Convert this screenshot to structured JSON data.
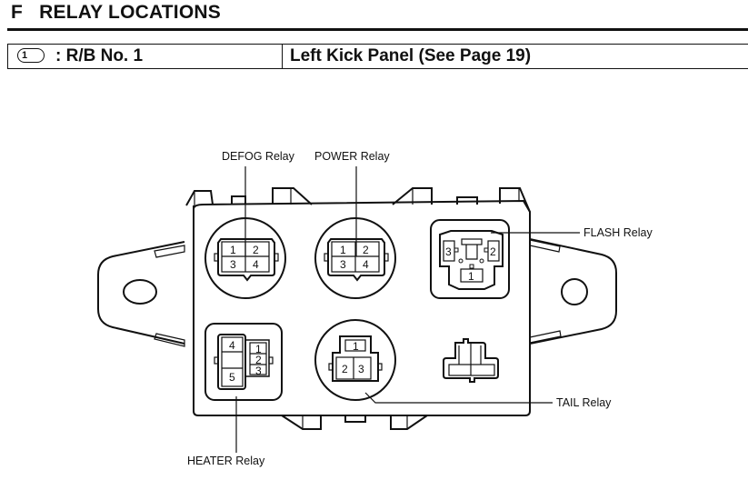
{
  "header": {
    "section_letter": "F",
    "section_title": "RELAY LOCATIONS"
  },
  "location": {
    "code_symbol": "1",
    "code_label": ": R/B No. 1",
    "description": "Left Kick Panel (See Page 19)"
  },
  "diagram": {
    "relays": [
      {
        "id": "defog",
        "label": "DEFOG Relay",
        "pins": [
          "1",
          "2",
          "3",
          "4"
        ]
      },
      {
        "id": "power",
        "label": "POWER Relay",
        "pins": [
          "1",
          "2",
          "3",
          "4"
        ]
      },
      {
        "id": "flash",
        "label": "FLASH Relay",
        "pins": [
          "3",
          "2",
          "1"
        ]
      },
      {
        "id": "heater",
        "label": "HEATER Relay",
        "pins": [
          "4",
          "5",
          "1",
          "2",
          "3"
        ]
      },
      {
        "id": "tail",
        "label": "TAIL Relay",
        "pins": [
          "1",
          "2",
          "3"
        ]
      }
    ]
  }
}
